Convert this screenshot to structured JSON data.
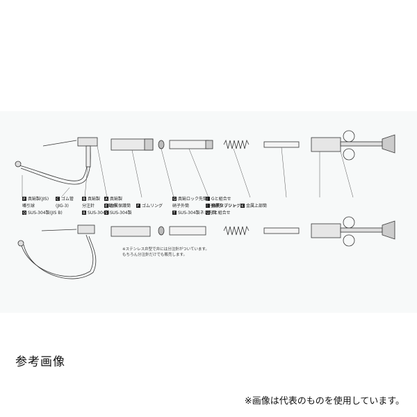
{
  "diagram": {
    "labels": [
      {
        "id": "P",
        "row": 1,
        "text": "真鍮製(JIS)"
      },
      {
        "id": "",
        "row": 2,
        "text": "嘴引球"
      },
      {
        "id": "Q",
        "row": 3,
        "text": "SUS-304製(JIS B)"
      },
      {
        "id": "C",
        "row": 1,
        "text": "ゴム管"
      },
      {
        "id": "",
        "row": 2,
        "text": "(JIG-3)"
      },
      {
        "id": "B",
        "row": 1,
        "text": "真鍮製"
      },
      {
        "id": "",
        "row": 2,
        "text": "分注針"
      },
      {
        "id": "R",
        "row": 3,
        "text": "SUS-304製"
      },
      {
        "id": "A",
        "row": 1,
        "text": "真鍮製"
      },
      {
        "id": "",
        "row": 2,
        "text": "自動弁"
      },
      {
        "id": "S",
        "row": 3,
        "text": "SUS-304製"
      },
      {
        "id": "E",
        "row": 2,
        "text": "金属保護筒"
      },
      {
        "id": "F",
        "row": 2,
        "text": "ゴムリング"
      },
      {
        "id": "G",
        "row": 1,
        "text": "真鍮ロック先筒"
      },
      {
        "id": "",
        "row": 2,
        "text": "硝子外筒"
      },
      {
        "id": "T",
        "row": 3,
        "text": "SUS-304製ネジ先筒"
      },
      {
        "id": "H",
        "row": 2,
        "text": "金属ワッシャ"
      },
      {
        "id": "I",
        "row": 2,
        "text": "硝子スプリング"
      },
      {
        "id": "J",
        "row": 1,
        "text": "Gと組合せ"
      },
      {
        "id": "",
        "row": 2,
        "text": "硝子硝子"
      },
      {
        "id": "U",
        "row": 3,
        "text": "Tと組合せ"
      },
      {
        "id": "K",
        "row": 2,
        "text": "金属上部筒"
      }
    ],
    "note_line1": "※ステンレス弁型で弁には分注針がついています。",
    "note_line2": "もちろん分注針だけでも販売します。"
  },
  "reference_label": "参考画像",
  "disclaimer": "※画像は代表のものを使用しています。",
  "colors": {
    "background": "#ffffff",
    "diagram_bg": "#f7f9f9",
    "tag_fill": "#1a1a1a",
    "line": "#333333"
  }
}
